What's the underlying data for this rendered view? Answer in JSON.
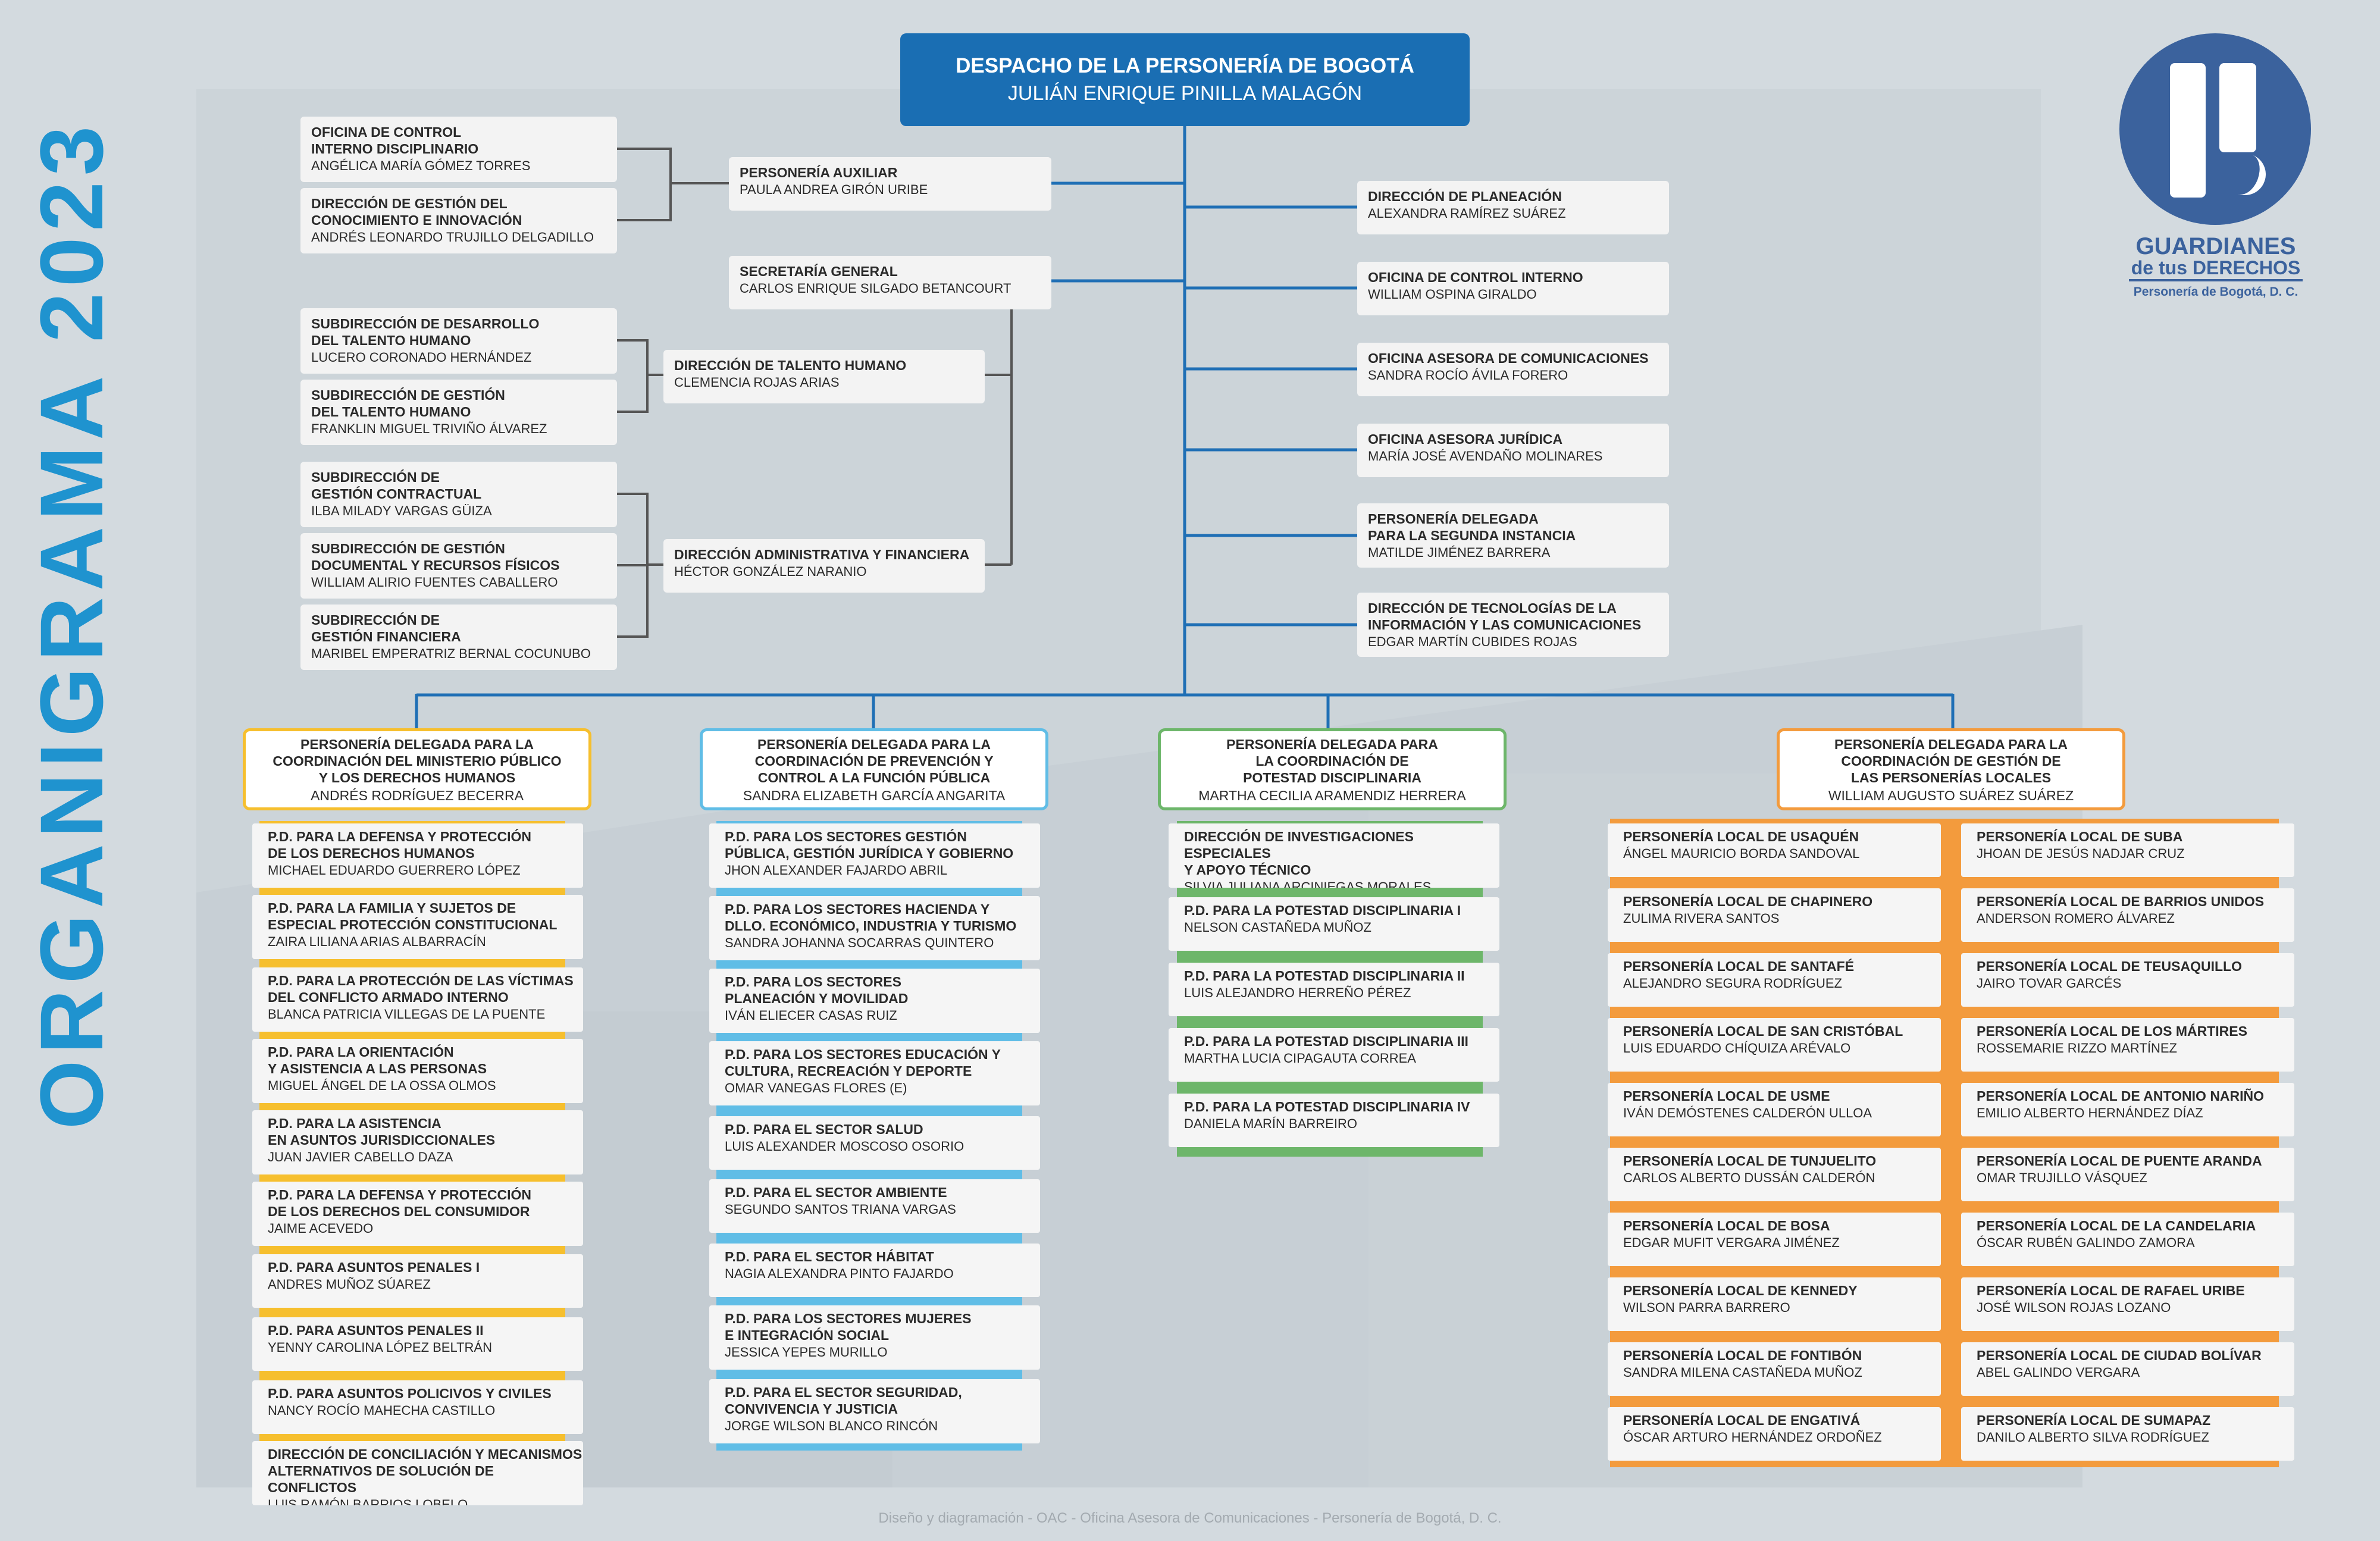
{
  "title_vertical": "ORGANIGRAMA 2023",
  "despacho": {
    "title": "DESPACHO DE LA PERSONERÍA DE BOGOTÁ",
    "name": "JULIÁN ENRIQUE PINILLA MALAGÓN"
  },
  "brand": {
    "line1": "GUARDIANES",
    "line2": "de tus DERECHOS",
    "line3": "Personería de Bogotá, D. C."
  },
  "personeria_auxiliar": {
    "title": "PERSONERÍA AUXILIAR",
    "name": "PAULA ANDREA GIRÓN URIBE"
  },
  "secretaria_general": {
    "title": "SECRETARÍA GENERAL",
    "name": "CARLOS ENRIQUE SILGADO BETANCOURT"
  },
  "aux_children": [
    {
      "title": "OFICINA DE CONTROL\nINTERNO DISCIPLINARIO",
      "name": "ANGÉLICA MARÍA GÓMEZ TORRES"
    },
    {
      "title": "DIRECCIÓN DE GESTIÓN DEL\nCONOCIMIENTO E INNOVACIÓN",
      "name": "ANDRÉS LEONARDO TRUJILLO DELGADILLO"
    }
  ],
  "talento": {
    "title": "DIRECCIÓN DE TALENTO HUMANO",
    "name": "CLEMENCIA ROJAS ARIAS"
  },
  "talento_children": [
    {
      "title": "SUBDIRECCIÓN DE DESARROLLO\nDEL TALENTO HUMANO",
      "name": "LUCERO CORONADO HERNÁNDEZ"
    },
    {
      "title": "SUBDIRECCIÓN DE GESTIÓN\nDEL TALENTO HUMANO",
      "name": "FRANKLIN MIGUEL TRIVIÑO ÁLVAREZ"
    }
  ],
  "administrativa": {
    "title": "DIRECCIÓN ADMINISTRATIVA Y FINANCIERA",
    "name": "HÉCTOR GONZÁLEZ NARANIO"
  },
  "admin_children": [
    {
      "title": "SUBDIRECCIÓN DE\nGESTIÓN CONTRACTUAL",
      "name": "ILBA MILADY VARGAS GÜIZA"
    },
    {
      "title": "SUBDIRECCIÓN DE GESTIÓN\nDOCUMENTAL Y RECURSOS FÍSICOS",
      "name": "WILLIAM ALIRIO FUENTES CABALLERO"
    },
    {
      "title": "SUBDIRECCIÓN DE\nGESTIÓN FINANCIERA",
      "name": "MARIBEL EMPERATRIZ BERNAL COCUNUBO"
    }
  ],
  "right_offices": [
    {
      "title": "DIRECCIÓN DE PLANEACIÓN",
      "name": "ALEXANDRA RAMÍREZ SUÁREZ"
    },
    {
      "title": "OFICINA DE CONTROL INTERNO",
      "name": "WILLIAM OSPINA GIRALDO"
    },
    {
      "title": "OFICINA ASESORA DE COMUNICACIONES",
      "name": "SANDRA ROCÍO ÁVILA FORERO"
    },
    {
      "title": "OFICINA ASESORA JURÍDICA",
      "name": "MARÍA JOSÉ AVENDAÑO MOLINARES"
    },
    {
      "title": "PERSONERÍA DELEGADA\nPARA LA SEGUNDA INSTANCIA",
      "name": "MATILDE JIMÉNEZ BARRERA"
    },
    {
      "title": "DIRECCIÓN DE TECNOLOGÍAS DE LA\nINFORMACIÓN Y LAS COMUNICACIONES",
      "name": "EDGAR MARTÍN CUBIDES ROJAS"
    }
  ],
  "col1": {
    "head": {
      "title": "PERSONERÍA DELEGADA PARA LA\nCOORDINACIÓN DEL MINISTERIO PÚBLICO\nY LOS DERECHOS HUMANOS",
      "name": "ANDRÉS RODRÍGUEZ BECERRA"
    },
    "items": [
      {
        "title": "P.D. PARA LA DEFENSA Y PROTECCIÓN\nDE LOS DERECHOS HUMANOS",
        "name": "MICHAEL EDUARDO GUERRERO LÓPEZ"
      },
      {
        "title": "P.D. PARA LA FAMILIA Y SUJETOS DE\nESPECIAL PROTECCIÓN CONSTITUCIONAL",
        "name": "ZAIRA LILIANA ARIAS ALBARRACÍN"
      },
      {
        "title": "P.D. PARA LA PROTECCIÓN DE LAS VÍCTIMAS\nDEL CONFLICTO ARMADO INTERNO",
        "name": "BLANCA PATRICIA VILLEGAS DE LA PUENTE"
      },
      {
        "title": "P.D. PARA LA ORIENTACIÓN\nY ASISTENCIA A LAS PERSONAS",
        "name": "MIGUEL ÁNGEL DE LA OSSA OLMOS"
      },
      {
        "title": "P.D. PARA LA ASISTENCIA\nEN ASUNTOS JURISDICCIONALES",
        "name": "JUAN JAVIER CABELLO DAZA"
      },
      {
        "title": "P.D. PARA LA DEFENSA Y PROTECCIÓN\nDE LOS DERECHOS DEL CONSUMIDOR",
        "name": "JAIME ACEVEDO"
      },
      {
        "title": "P.D. PARA ASUNTOS PENALES I",
        "name": "ANDRES MUÑOZ SÚAREZ"
      },
      {
        "title": "P.D. PARA ASUNTOS PENALES II",
        "name": "YENNY CAROLINA LÓPEZ BELTRÁN"
      },
      {
        "title": "P.D. PARA ASUNTOS POLICIVOS Y CIVILES",
        "name": "NANCY ROCÍO MAHECHA CASTILLO"
      },
      {
        "title": "DIRECCIÓN DE CONCILIACIÓN Y MECANISMOS\nALTERNATIVOS DE SOLUCIÓN DE CONFLICTOS",
        "name": "LUIS RAMÓN BARRIOS LOBELO"
      }
    ]
  },
  "col2": {
    "head": {
      "title": "PERSONERÍA DELEGADA PARA LA\nCOORDINACIÓN DE PREVENCIÓN Y\nCONTROL A LA FUNCIÓN PÚBLICA",
      "name": "SANDRA ELIZABETH GARCÍA ANGARITA"
    },
    "items": [
      {
        "title": "P.D. PARA LOS SECTORES GESTIÓN\nPÚBLICA, GESTIÓN JURÍDICA Y GOBIERNO",
        "name": "JHON ALEXANDER FAJARDO ABRIL"
      },
      {
        "title": "P.D. PARA LOS SECTORES HACIENDA Y\nDLLO. ECONÓMICO, INDUSTRIA Y TURISMO",
        "name": "SANDRA JOHANNA SOCARRAS QUINTERO"
      },
      {
        "title": "P.D. PARA LOS SECTORES\nPLANEACIÓN Y MOVILIDAD",
        "name": "IVÁN ELIECER CASAS RUIZ"
      },
      {
        "title": "P.D. PARA LOS SECTORES EDUCACIÓN Y\nCULTURA, RECREACIÓN Y DEPORTE",
        "name": "OMAR VANEGAS FLORES (E)"
      },
      {
        "title": "P.D. PARA EL SECTOR SALUD",
        "name": "LUIS ALEXANDER MOSCOSO OSORIO"
      },
      {
        "title": "P.D. PARA EL SECTOR AMBIENTE",
        "name": "SEGUNDO SANTOS TRIANA VARGAS"
      },
      {
        "title": "P.D. PARA EL SECTOR HÁBITAT",
        "name": "NAGIA ALEXANDRA PINTO FAJARDO"
      },
      {
        "title": "P.D. PARA LOS SECTORES MUJERES\nE INTEGRACIÓN SOCIAL",
        "name": "JESSICA YEPES MURILLO"
      },
      {
        "title": "P.D. PARA EL SECTOR SEGURIDAD,\nCONVIVENCIA Y JUSTICIA",
        "name": "JORGE WILSON BLANCO RINCÓN"
      }
    ]
  },
  "col3": {
    "head": {
      "title": "PERSONERÍA DELEGADA PARA\nLA COORDINACIÓN DE\nPOTESTAD DISCIPLINARIA",
      "name": "MARTHA CECILIA ARAMENDIZ HERRERA"
    },
    "items": [
      {
        "title": "DIRECCIÓN DE INVESTIGACIONES ESPECIALES\nY APOYO TÉCNICO",
        "name": "SILVIA JULIANA ARCINIEGAS MORALES"
      },
      {
        "title": "P.D. PARA LA POTESTAD DISCIPLINARIA I",
        "name": "NELSON CASTAÑEDA MUÑOZ"
      },
      {
        "title": "P.D. PARA LA POTESTAD DISCIPLINARIA II",
        "name": "LUIS ALEJANDRO HERREÑO PÉREZ"
      },
      {
        "title": "P.D. PARA LA POTESTAD DISCIPLINARIA III",
        "name": "MARTHA LUCIA CIPAGAUTA CORREA"
      },
      {
        "title": "P.D. PARA LA POTESTAD DISCIPLINARIA IV",
        "name": "DANIELA MARÍN BARREIRO"
      }
    ]
  },
  "col4": {
    "head": {
      "title": "PERSONERÍA DELEGADA PARA LA\nCOORDINACIÓN DE GESTIÓN DE\nLAS PERSONERÍAS LOCALES",
      "name": "WILLIAM AUGUSTO SUÁREZ SUÁREZ"
    },
    "left": [
      {
        "title": "PERSONERÍA LOCAL DE USAQUÉN",
        "name": "ÁNGEL MAURICIO BORDA SANDOVAL"
      },
      {
        "title": "PERSONERÍA LOCAL DE CHAPINERO",
        "name": "ZULIMA RIVERA SANTOS"
      },
      {
        "title": "PERSONERÍA LOCAL DE SANTAFÉ",
        "name": "ALEJANDRO SEGURA RODRÍGUEZ"
      },
      {
        "title": "PERSONERÍA LOCAL DE SAN CRISTÓBAL",
        "name": "LUIS EDUARDO CHÍQUIZA ARÉVALO"
      },
      {
        "title": "PERSONERÍA LOCAL DE USME",
        "name": "IVÁN DEMÓSTENES CALDERÓN ULLOA"
      },
      {
        "title": "PERSONERÍA LOCAL DE TUNJUELITO",
        "name": "CARLOS ALBERTO DUSSÁN CALDERÓN"
      },
      {
        "title": "PERSONERÍA LOCAL DE BOSA",
        "name": "EDGAR MUFIT VERGARA JIMÉNEZ"
      },
      {
        "title": "PERSONERÍA LOCAL DE KENNEDY",
        "name": "WILSON PARRA BARRERO"
      },
      {
        "title": "PERSONERÍA LOCAL DE FONTIBÓN",
        "name": "SANDRA MILENA CASTAÑEDA MUÑOZ"
      },
      {
        "title": "PERSONERÍA LOCAL DE ENGATIVÁ",
        "name": "ÓSCAR ARTURO HERNÁNDEZ ORDOÑEZ"
      }
    ],
    "right": [
      {
        "title": "PERSONERÍA LOCAL DE SUBA",
        "name": "JHOAN DE JESÚS NADJAR CRUZ"
      },
      {
        "title": "PERSONERÍA LOCAL DE BARRIOS UNIDOS",
        "name": "ANDERSON ROMERO ÁLVAREZ"
      },
      {
        "title": "PERSONERÍA LOCAL DE TEUSAQUILLO",
        "name": "JAIRO TOVAR GARCÉS"
      },
      {
        "title": "PERSONERÍA LOCAL DE LOS MÁRTIRES",
        "name": "ROSSEMARIE RIZZO MARTÍNEZ"
      },
      {
        "title": "PERSONERÍA LOCAL DE ANTONIO NARIÑO",
        "name": "EMILIO ALBERTO HERNÁNDEZ DÍAZ"
      },
      {
        "title": "PERSONERÍA LOCAL DE PUENTE ARANDA",
        "name": "OMAR TRUJILLO VÁSQUEZ"
      },
      {
        "title": "PERSONERÍA LOCAL DE LA CANDELARIA",
        "name": "ÓSCAR RUBÉN GALINDO ZAMORA"
      },
      {
        "title": "PERSONERÍA LOCAL DE RAFAEL URIBE",
        "name": "JOSÉ WILSON ROJAS LOZANO"
      },
      {
        "title": "PERSONERÍA LOCAL DE CIUDAD BOLÍVAR",
        "name": "ABEL GALINDO VERGARA"
      },
      {
        "title": "PERSONERÍA LOCAL DE SUMAPAZ",
        "name": "DANILO ALBERTO SILVA RODRÍGUEZ"
      }
    ]
  },
  "footer": "Diseño y diagramación - OAC - Oficina Asesora de Comunicaciones - Personería de Bogotá, D. C."
}
